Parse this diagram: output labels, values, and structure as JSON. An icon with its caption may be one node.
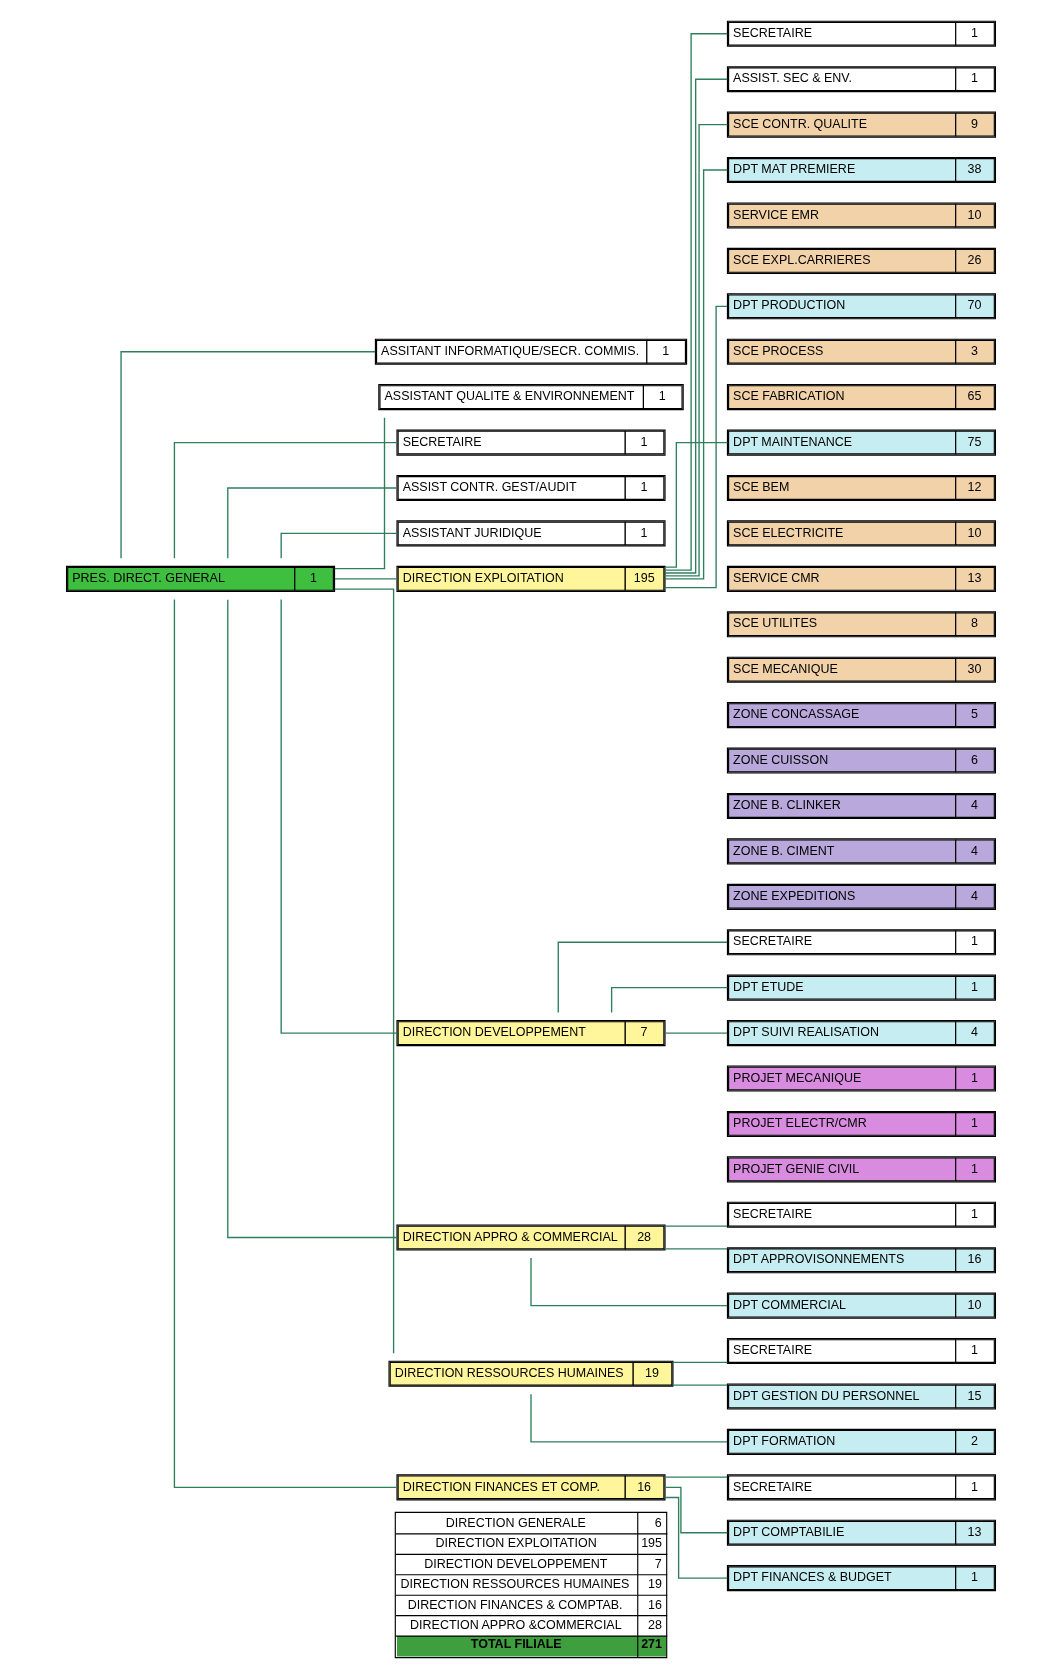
{
  "diagram": {
    "nodes": [
      {
        "text": [
          "PRES. DIRECT. GENERAL",
          "1"
        ]
      },
      {
        "text": [
          "ASSITANT INFORMATIQUE/SECR. COMMIS.",
          "1"
        ]
      },
      {
        "text": [
          "ASSISTANT QUALITE & ENVIRONNEMENT",
          "1"
        ]
      },
      {
        "text": [
          "SECRETAIRE",
          "1"
        ]
      },
      {
        "text": [
          "ASSIST CONTR. GEST/AUDIT",
          "1"
        ]
      },
      {
        "text": [
          "ASSISTANT JURIDIQUE",
          "1"
        ]
      },
      {
        "text": [
          "DIRECTION EXPLOITATION",
          "195"
        ]
      },
      {
        "text": [
          "SECRETAIRE",
          "1"
        ]
      },
      {
        "text": [
          "ASSIST. SEC & ENV.",
          "1"
        ]
      },
      {
        "text": [
          "SCE CONTR. QUALITE",
          "9"
        ]
      },
      {
        "text": [
          "DPT MAT PREMIERE",
          "38"
        ]
      },
      {
        "text": [
          "SERVICE EMR",
          "10"
        ]
      },
      {
        "text": [
          "SCE EXPL.CARRIERES",
          "26"
        ]
      },
      {
        "text": [
          "DPT PRODUCTION",
          "70"
        ]
      },
      {
        "text": [
          "SCE PROCESS",
          "3"
        ]
      },
      {
        "text": [
          "SCE FABRICATION",
          "65"
        ]
      },
      {
        "text": [
          "DPT MAINTENANCE",
          "75"
        ]
      },
      {
        "text": [
          "SCE BEM",
          "12"
        ]
      },
      {
        "text": [
          "SCE ELECTRICITE",
          "10"
        ]
      },
      {
        "text": [
          "SERVICE CMR",
          "13"
        ]
      },
      {
        "text": [
          "SCE UTILITES",
          "8"
        ]
      },
      {
        "text": [
          "SCE MECANIQUE",
          "30"
        ]
      },
      {
        "text": [
          "ZONE CONCASSAGE",
          "5"
        ]
      },
      {
        "text": [
          "ZONE CUISSON",
          "6"
        ]
      },
      {
        "text": [
          "ZONE B. CLINKER",
          "4"
        ]
      },
      {
        "text": [
          "ZONE B. CIMENT",
          "4"
        ]
      },
      {
        "text": [
          "ZONE EXPEDITIONS",
          "4"
        ]
      },
      {
        "text": [
          "DIRECTION DEVELOPPEMENT",
          "7"
        ]
      },
      {
        "text": [
          "SECRETAIRE",
          "1"
        ]
      },
      {
        "text": [
          "DPT ETUDE",
          "1"
        ]
      },
      {
        "text": [
          "DPT SUIVI REALISATION",
          "4"
        ]
      },
      {
        "text": [
          "PROJET MECANIQUE",
          "1"
        ]
      },
      {
        "text": [
          "PROJET ELECTR/CMR",
          "1"
        ]
      },
      {
        "text": [
          "PROJET GENIE CIVIL",
          "1"
        ]
      },
      {
        "text": [
          "DIRECTION APPRO & COMMERCIAL",
          "28"
        ]
      },
      {
        "text": [
          "SECRETAIRE",
          "1"
        ]
      },
      {
        "text": [
          "DPT APPROVISONNEMENTS",
          "16"
        ]
      },
      {
        "text": [
          "DPT COMMERCIAL",
          "10"
        ]
      },
      {
        "text": [
          "DIRECTION RESSOURCES HUMAINES",
          "19"
        ]
      },
      {
        "text": [
          "SECRETAIRE",
          "1"
        ]
      },
      {
        "text": [
          "DPT GESTION DU PERSONNEL",
          "15"
        ]
      },
      {
        "text": [
          "DPT FORMATION",
          "2"
        ]
      },
      {
        "text": [
          "DIRECTION FINANCES ET COMP.",
          "16"
        ]
      },
      {
        "text": [
          "SECRETAIRE",
          "1"
        ]
      },
      {
        "text": [
          "DPT COMPTABILIE",
          "13"
        ]
      },
      {
        "text": [
          "DPT FINANCES & BUDGET",
          "1"
        ]
      }
    ],
    "edges": [
      {
        "from": 0,
        "to": 1,
        "arrow": "none"
      },
      {
        "from": 0,
        "to": 2,
        "arrow": "none"
      },
      {
        "from": 0,
        "to": 3,
        "arrow": "none"
      },
      {
        "from": 0,
        "to": 4,
        "arrow": "none"
      },
      {
        "from": 0,
        "to": 5,
        "arrow": "none"
      },
      {
        "from": 0,
        "to": 6,
        "arrow": "none"
      },
      {
        "from": 0,
        "to": 27,
        "arrow": "none"
      },
      {
        "from": 0,
        "to": 34,
        "arrow": "none"
      },
      {
        "from": 0,
        "to": 38,
        "arrow": "none"
      },
      {
        "from": 0,
        "to": 42,
        "arrow": "none"
      },
      {
        "from": 6,
        "to": 7,
        "arrow": "none"
      },
      {
        "from": 6,
        "to": 8,
        "arrow": "none"
      },
      {
        "from": 6,
        "to": 9,
        "arrow": "none"
      },
      {
        "from": 6,
        "to": 10,
        "arrow": "none"
      },
      {
        "from": 6,
        "to": 13,
        "arrow": "none"
      },
      {
        "from": 6,
        "to": 16,
        "arrow": "none"
      },
      {
        "from": 27,
        "to": 28,
        "arrow": "none"
      },
      {
        "from": 27,
        "to": 29,
        "arrow": "none"
      },
      {
        "from": 27,
        "to": 30,
        "arrow": "none"
      },
      {
        "from": 34,
        "to": 35,
        "arrow": "none"
      },
      {
        "from": 34,
        "to": 36,
        "arrow": "none"
      },
      {
        "from": 34,
        "to": 37,
        "arrow": "none"
      },
      {
        "from": 38,
        "to": 39,
        "arrow": "none"
      },
      {
        "from": 38,
        "to": 40,
        "arrow": "none"
      },
      {
        "from": 38,
        "to": 41,
        "arrow": "none"
      },
      {
        "from": 42,
        "to": 43,
        "arrow": "none"
      },
      {
        "from": 42,
        "to": 44,
        "arrow": "none"
      },
      {
        "from": 42,
        "to": 45,
        "arrow": "none"
      }
    ],
    "labels": [
      "DIRECTION GENERALE",
      "6",
      "DIRECTION EXPLOITATION",
      "195",
      "DIRECTION DEVELOPPEMENT",
      "7",
      "DIRECTION RESSOURCES HUMAINES",
      "19",
      "DIRECTION FINANCES & COMPTAB.",
      "16",
      "DIRECTION APPRO &COMMERCIAL",
      "28",
      "TOTAL FILIALE",
      "271"
    ]
  }
}
